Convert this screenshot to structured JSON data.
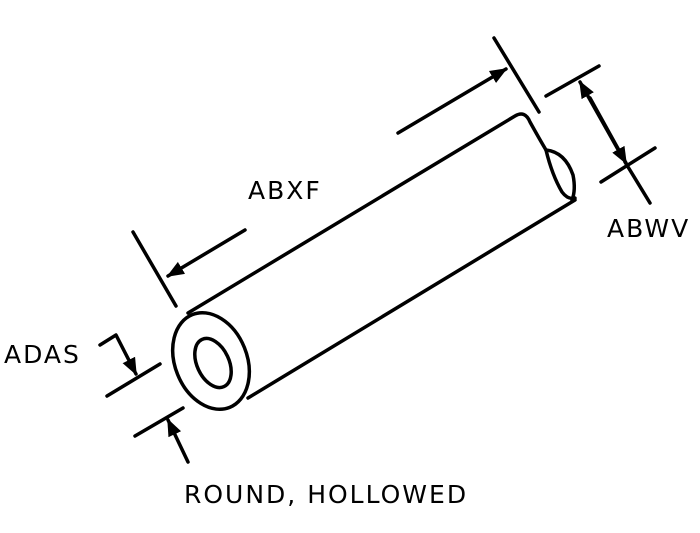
{
  "labels": {
    "length": "ABXF",
    "outer_diameter": "ABWV",
    "inner_diameter": "ADAS",
    "caption": "ROUND, HOLLOWED"
  },
  "colors": {
    "ink": "#000000",
    "background": "#ffffff"
  }
}
